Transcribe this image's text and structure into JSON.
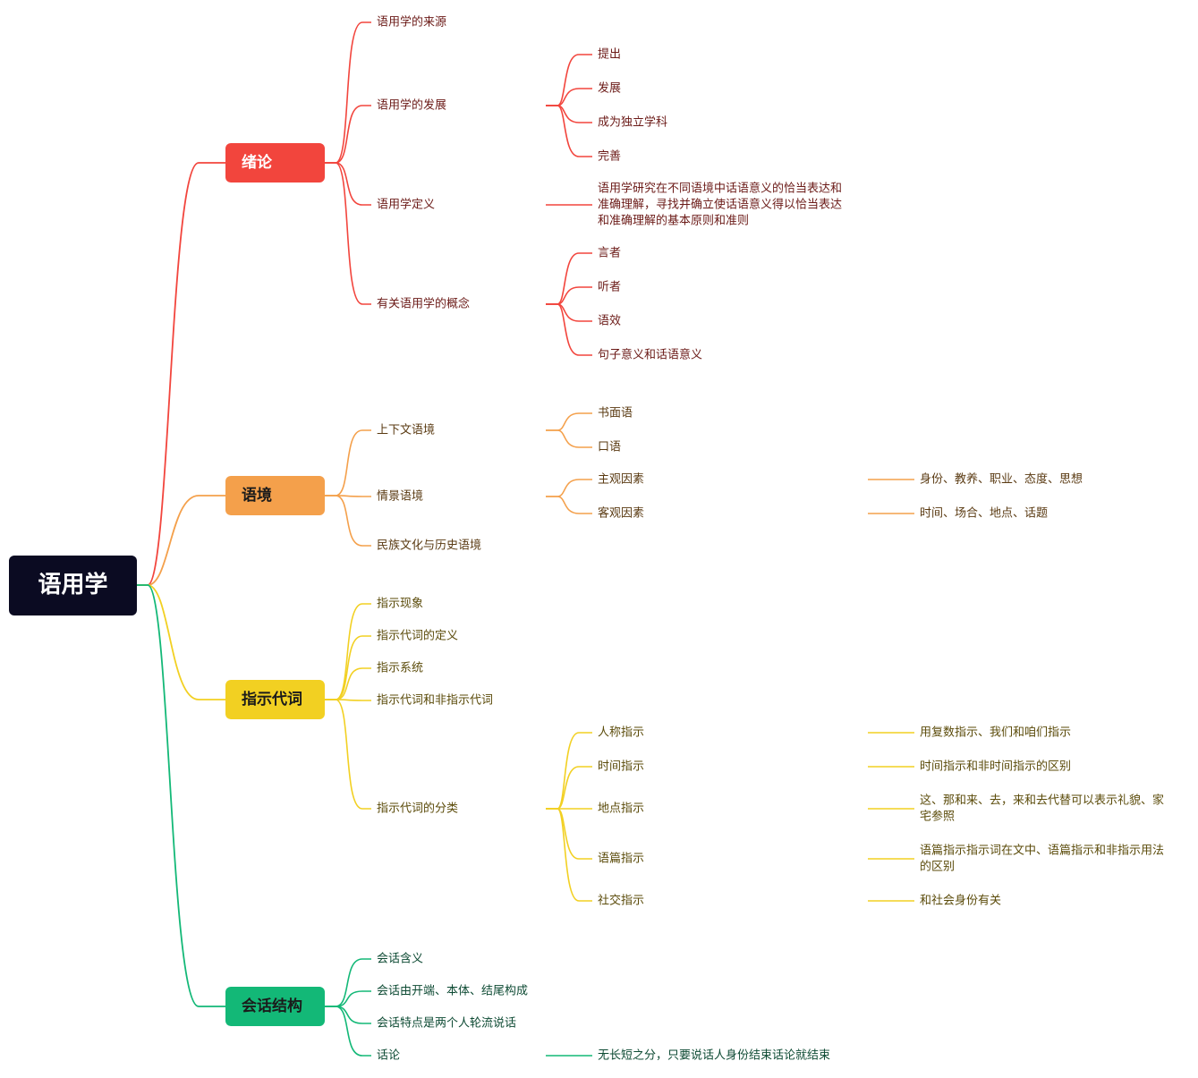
{
  "root": {
    "label": "语用学",
    "bg": "#0b0b22"
  },
  "branches": [
    {
      "key": "b0",
      "label": "绪论",
      "color": "#f2453d",
      "textColor": "#6b1a17",
      "boxText": "#ffffff",
      "children": [
        {
          "label": "语用学的来源"
        },
        {
          "label": "语用学的发展",
          "children": [
            {
              "label": "提出"
            },
            {
              "label": "发展"
            },
            {
              "label": "成为独立学科"
            },
            {
              "label": "完善"
            }
          ]
        },
        {
          "label": "语用学定义",
          "children": [
            {
              "label": [
                "语用学研究在不同语境中话语意义的恰当表达和",
                "准确理解，寻找并确立使话语意义得以恰当表达",
                "和准确理解的基本原则和准则"
              ]
            }
          ]
        },
        {
          "label": "有关语用学的概念",
          "children": [
            {
              "label": "言者"
            },
            {
              "label": "听者"
            },
            {
              "label": "语效"
            },
            {
              "label": "句子意义和话语意义"
            }
          ]
        }
      ]
    },
    {
      "key": "b1",
      "label": "语境",
      "color": "#f4a04b",
      "textColor": "#5a3a12",
      "boxText": "#1b1b1b",
      "children": [
        {
          "label": "上下文语境",
          "children": [
            {
              "label": "书面语"
            },
            {
              "label": "口语"
            }
          ]
        },
        {
          "label": "情景语境",
          "children": [
            {
              "label": "主观因素",
              "children": [
                {
                  "label": "身份、教养、职业、态度、思想"
                }
              ]
            },
            {
              "label": "客观因素",
              "children": [
                {
                  "label": "时间、场合、地点、话题"
                }
              ]
            }
          ]
        },
        {
          "label": "民族文化与历史语境"
        }
      ]
    },
    {
      "key": "b2",
      "label": "指示代词",
      "color": "#f2d022",
      "textColor": "#5b4b0a",
      "boxText": "#1b1b1b",
      "children": [
        {
          "label": "指示现象"
        },
        {
          "label": "指示代词的定义"
        },
        {
          "label": "指示系统"
        },
        {
          "label": "指示代词和非指示代词"
        },
        {
          "label": "指示代词的分类",
          "children": [
            {
              "label": "人称指示",
              "children": [
                {
                  "label": "用复数指示、我们和咱们指示"
                }
              ]
            },
            {
              "label": "时间指示",
              "children": [
                {
                  "label": "时间指示和非时间指示的区别"
                }
              ]
            },
            {
              "label": "地点指示",
              "children": [
                {
                  "label": [
                    "这、那和来、去，来和去代替可以表示礼貌、家",
                    "宅参照"
                  ]
                }
              ]
            },
            {
              "label": "语篇指示",
              "children": [
                {
                  "label": [
                    "语篇指示指示词在文中、语篇指示和非指示用法",
                    "的区别"
                  ]
                }
              ]
            },
            {
              "label": "社交指示",
              "children": [
                {
                  "label": "和社会身份有关"
                }
              ]
            }
          ]
        }
      ]
    },
    {
      "key": "b3",
      "label": "会话结构",
      "color": "#13b877",
      "textColor": "#0d4a33",
      "boxText": "#1b1b1b",
      "children": [
        {
          "label": "会话含义"
        },
        {
          "label": "会话由开端、本体、结尾构成"
        },
        {
          "label": "会话特点是两个人轮流说话"
        },
        {
          "label": "话论",
          "children": [
            {
              "label": "无长短之分，只要说话人身份结束话论就结束"
            }
          ]
        }
      ]
    }
  ]
}
